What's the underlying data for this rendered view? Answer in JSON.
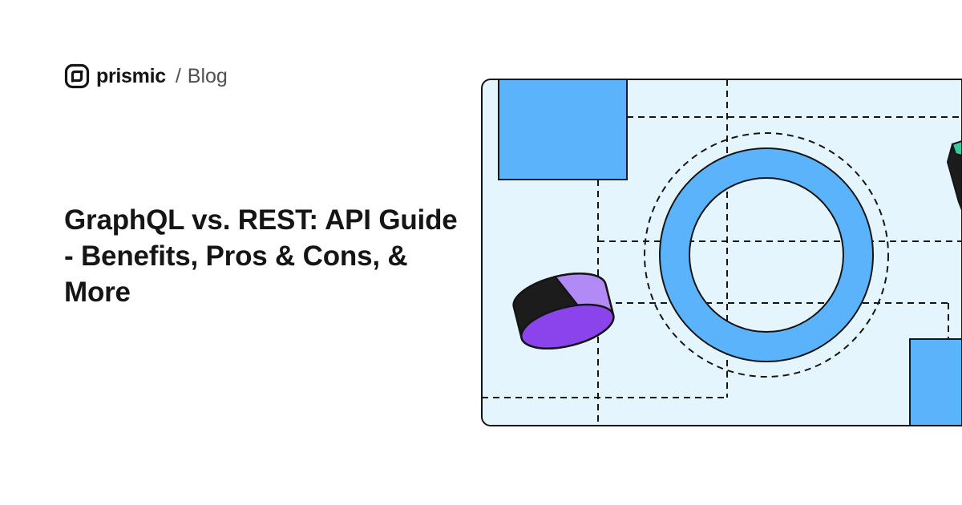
{
  "brand": {
    "name": "prismic",
    "separator": "/",
    "section": "Blog"
  },
  "article": {
    "title": "GraphQL vs. REST: API Guide - Benefits, Pros & Cons, & More"
  },
  "colors": {
    "background": "#ffffff",
    "text": "#151515",
    "muted": "#505050",
    "panel": "#e4f5fd",
    "blue": "#5bb4fb",
    "purple": "#8b44ec",
    "lilac": "#b28af5",
    "teal": "#3fc6a2",
    "outline": "#151515"
  },
  "icons": {
    "logo": "prismic-logo-icon"
  }
}
